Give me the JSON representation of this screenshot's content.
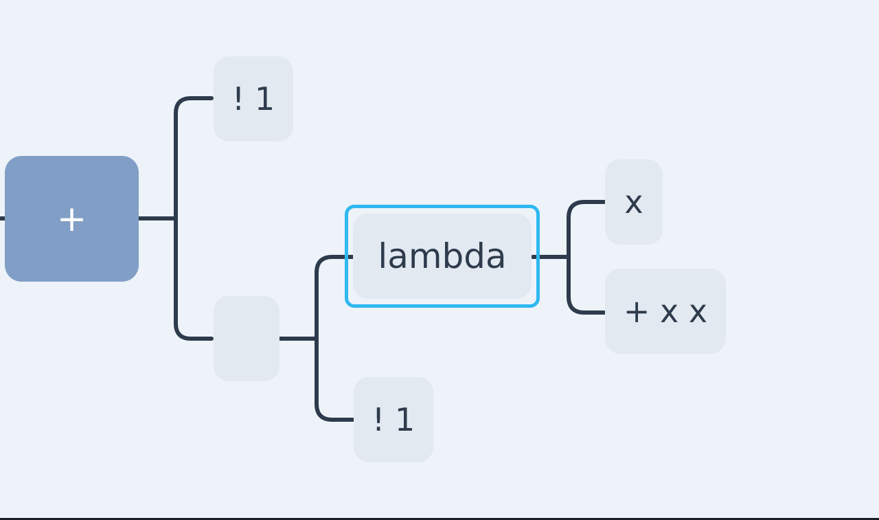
{
  "tree": {
    "root": {
      "label": "+"
    },
    "first_arg": {
      "label": "! 1"
    },
    "application": {
      "label": ""
    },
    "lambda": {
      "label": "lambda",
      "selected": true
    },
    "lambda_param": {
      "label": "x"
    },
    "lambda_body": {
      "label": "+ x x"
    },
    "second_arg": {
      "label": "! 1"
    }
  },
  "colors": {
    "canvas_background": "#edf3f9",
    "node_background": "#e3e9f0",
    "root_background": "#819fc6",
    "connector": "#2e3b4c",
    "selection_outline": "#2fb8f0",
    "text": "#2e3b4c"
  }
}
